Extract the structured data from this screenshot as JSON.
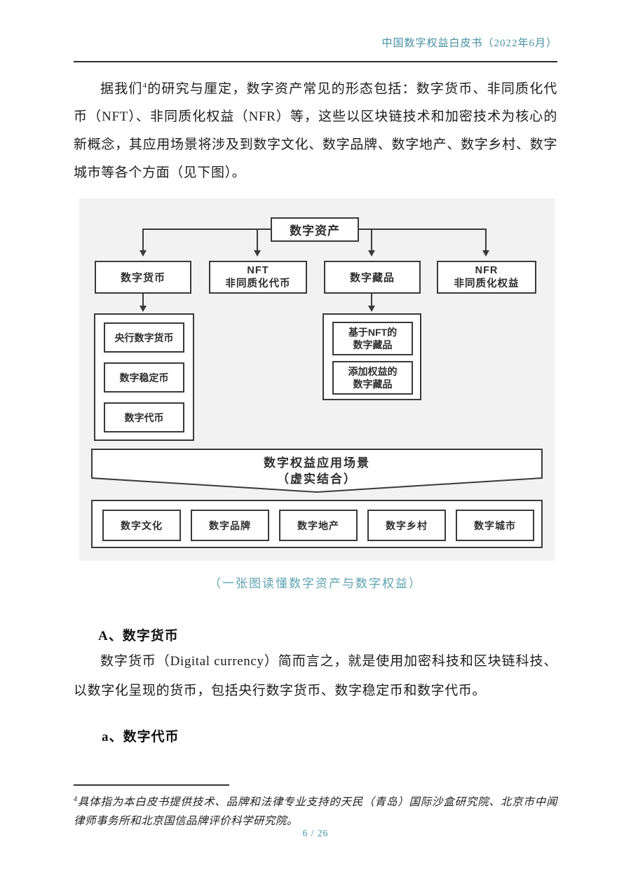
{
  "colors": {
    "accent_teal": "#4790a0",
    "caption_teal": "#5fa3b1",
    "diagram_line": "#3a3a3a",
    "panel_background": "#f2f2f2"
  },
  "header": {
    "title": "中国数字权益白皮书（2022年6月）"
  },
  "intro": {
    "before_sup": "据我们",
    "sup": "4",
    "after_sup": "的研究与厘定，数字资产常见的形态包括：数字货币、非同质化代币（NFT）、非同质化权益（NFR）等，这些以区块链技术和加密技术为核心的新概念，其应用场景将涉及到数字文化、数字品牌、数字地产、数字乡村、数字城市等各个方面（见下图）。"
  },
  "diagram": {
    "root_label": "数字资产",
    "children": [
      {
        "label": "数字货币"
      },
      {
        "label": "NFT\n非同质化代币"
      },
      {
        "label": "数字藏品"
      },
      {
        "label": "NFR\n非同质化权益"
      }
    ],
    "currency_items": [
      "央行数字货币",
      "数字稳定币",
      "数字代币"
    ],
    "collection_items": [
      "基于NFT的\n数字藏品",
      "添加权益的\n数字藏品"
    ],
    "banner_line1": "数字权益应用场景",
    "banner_line2": "（虚实结合）",
    "scenes": [
      "数字文化",
      "数字品牌",
      "数字地产",
      "数字乡村",
      "数字城市"
    ]
  },
  "caption": "（一张图读懂数字资产与数字权益）",
  "section_a": {
    "heading": "A、数字货币",
    "body": "数字货币（Digital currency）简而言之，就是使用加密科技和区块链科技、以数字化呈现的货币，包括央行数字货币、数字稳定币和数字代币。"
  },
  "section_sub_a": {
    "heading": "a、数字代币"
  },
  "footnote": {
    "sup": "4",
    "text": "具体指为本白皮书提供技术、品牌和法律专业支持的天民（青岛）国际沙盒研究院、北京市中闻律师事务所和北京国信品牌评价科学研究院。"
  },
  "footer": {
    "page_number": "6 / 26"
  }
}
